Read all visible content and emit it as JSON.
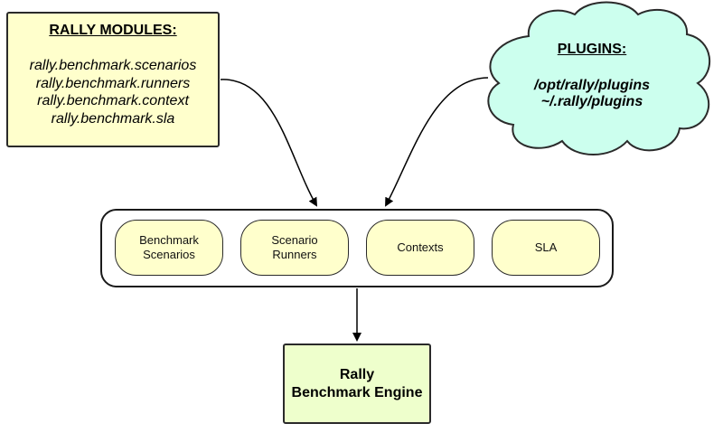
{
  "colors": {
    "modules_fill": "#ffffcc",
    "plugins_fill": "#ccffee",
    "component_fill": "#ffffcc",
    "engine_fill": "#eeffcc",
    "stroke": "#2a2a2a"
  },
  "modules": {
    "title": "RALLY MODULES:",
    "items": [
      "rally.benchmark.scenarios",
      "rally.benchmark.runners",
      "rally.benchmark.context",
      "rally.benchmark.sla"
    ]
  },
  "plugins": {
    "title": "PLUGINS:",
    "paths": [
      "/opt/rally/plugins",
      "~/.rally/plugins"
    ]
  },
  "components": [
    "Benchmark\nScenarios",
    "Scenario\nRunners",
    "Contexts",
    "SLA"
  ],
  "engine": {
    "label": "Rally\nBenchmark Engine"
  }
}
